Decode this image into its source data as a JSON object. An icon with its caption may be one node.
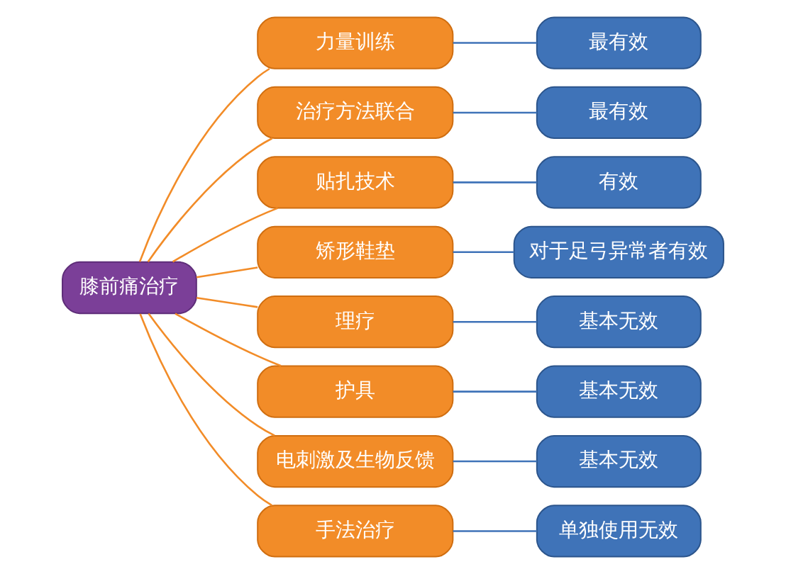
{
  "diagram": {
    "nodes": [
      {
        "text": [
          "膝前痛治疗"
        ]
      },
      {
        "text": [
          "力量训练"
        ]
      },
      {
        "text": [
          "最有效"
        ]
      },
      {
        "text": [
          "治疗方法联合"
        ]
      },
      {
        "text": [
          "最有效"
        ]
      },
      {
        "text": [
          "贴扎技术"
        ]
      },
      {
        "text": [
          "有效"
        ]
      },
      {
        "text": [
          "矫形鞋垫"
        ]
      },
      {
        "text": [
          "对于足弓异常者有效"
        ]
      },
      {
        "text": [
          "理疗"
        ]
      },
      {
        "text": [
          "基本无效"
        ]
      },
      {
        "text": [
          "护具"
        ]
      },
      {
        "text": [
          "基本无效"
        ]
      },
      {
        "text": [
          "电刺激及生物反馈"
        ]
      },
      {
        "text": [
          "基本无效"
        ]
      },
      {
        "text": [
          "手法治疗"
        ]
      },
      {
        "text": [
          "单独使用无效"
        ]
      }
    ],
    "edges": [
      {
        "from": 0,
        "to": 1,
        "arrow": "none"
      },
      {
        "from": 0,
        "to": 3,
        "arrow": "none"
      },
      {
        "from": 0,
        "to": 5,
        "arrow": "none"
      },
      {
        "from": 0,
        "to": 7,
        "arrow": "none"
      },
      {
        "from": 0,
        "to": 9,
        "arrow": "none"
      },
      {
        "from": 0,
        "to": 11,
        "arrow": "none"
      },
      {
        "from": 0,
        "to": 13,
        "arrow": "none"
      },
      {
        "from": 0,
        "to": 15,
        "arrow": "none"
      },
      {
        "from": 1,
        "to": 2,
        "arrow": "none",
        "color": "#3f73b8"
      },
      {
        "from": 3,
        "to": 4,
        "arrow": "none",
        "color": "#3f73b8"
      },
      {
        "from": 5,
        "to": 6,
        "arrow": "none",
        "color": "#3f73b8"
      },
      {
        "from": 7,
        "to": 8,
        "arrow": "none",
        "color": "#3f73b8"
      },
      {
        "from": 9,
        "to": 10,
        "arrow": "none",
        "color": "#3f73b8"
      },
      {
        "from": 11,
        "to": 12,
        "arrow": "none",
        "color": "#3f73b8"
      },
      {
        "from": 13,
        "to": 14,
        "arrow": "none",
        "color": "#3f73b8"
      },
      {
        "from": 15,
        "to": 16,
        "arrow": "none",
        "color": "#3f73b8"
      }
    ]
  }
}
